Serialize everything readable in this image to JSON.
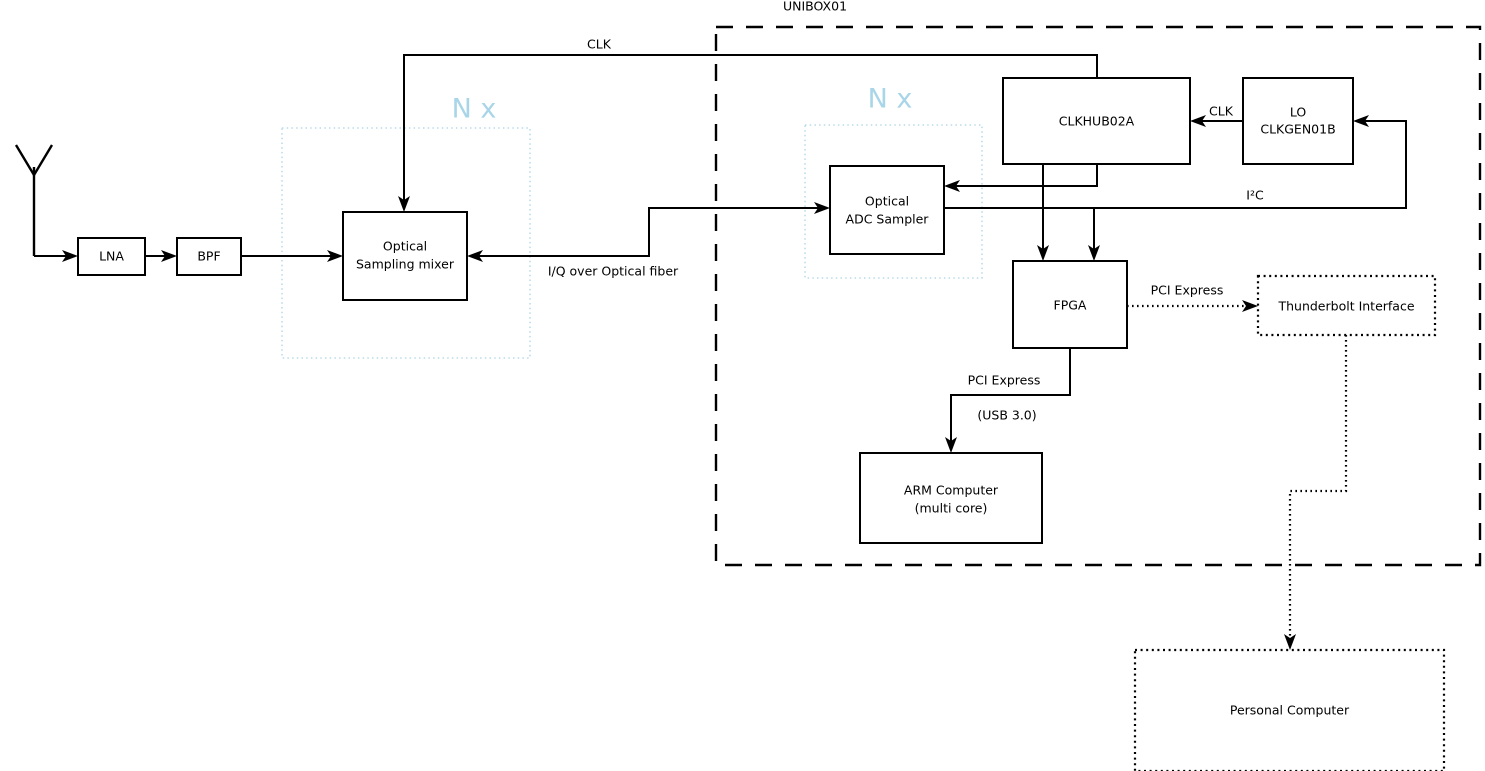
{
  "diagram": {
    "title_label": "UNIBOX01",
    "blocks": [
      {
        "id": "antenna",
        "name": "antenna",
        "label": ""
      },
      {
        "id": "lna",
        "name": "lna-block",
        "label": "LNA"
      },
      {
        "id": "bpf",
        "name": "bpf-block",
        "label": "BPF"
      },
      {
        "id": "mixer",
        "name": "optical-sampling-mixer-block",
        "label_line1": "Optical",
        "label_line2": "Sampling mixer"
      },
      {
        "id": "adc",
        "name": "optical-adc-sampler-block",
        "label_line1": "Optical",
        "label_line2": "ADC Sampler"
      },
      {
        "id": "clkhub",
        "name": "clkhub-block",
        "label": "CLKHUB02A"
      },
      {
        "id": "lo",
        "name": "lo-clkgen-block",
        "label_line1": "LO",
        "label_line2": "CLKGEN01B"
      },
      {
        "id": "fpga",
        "name": "fpga-block",
        "label": "FPGA"
      },
      {
        "id": "arm",
        "name": "arm-computer-block",
        "label_line1": "ARM Computer",
        "label_line2": "(multi core)"
      },
      {
        "id": "tbolt",
        "name": "thunderbolt-interface-block",
        "label": "Thunderbolt Interface"
      },
      {
        "id": "pc",
        "name": "personal-computer-block",
        "label": "Personal Computer"
      }
    ],
    "edge_labels": {
      "clk_top": "CLK",
      "clk_lo": "CLK",
      "iq_fiber": "I/Q over Optical fiber",
      "i2c": "I²C",
      "pcie_tbolt": "PCI Express",
      "pcie_arm": "PCI Express",
      "usb3": "(USB 3.0)"
    },
    "group_labels": {
      "nx_left": "N x",
      "nx_right": "N x",
      "unibox": "UNIBOX01"
    },
    "colors": {
      "nx_accent": "#a9d5e8",
      "nx_region": "#b9dcea",
      "line": "#000000",
      "background": "#ffffff"
    }
  }
}
